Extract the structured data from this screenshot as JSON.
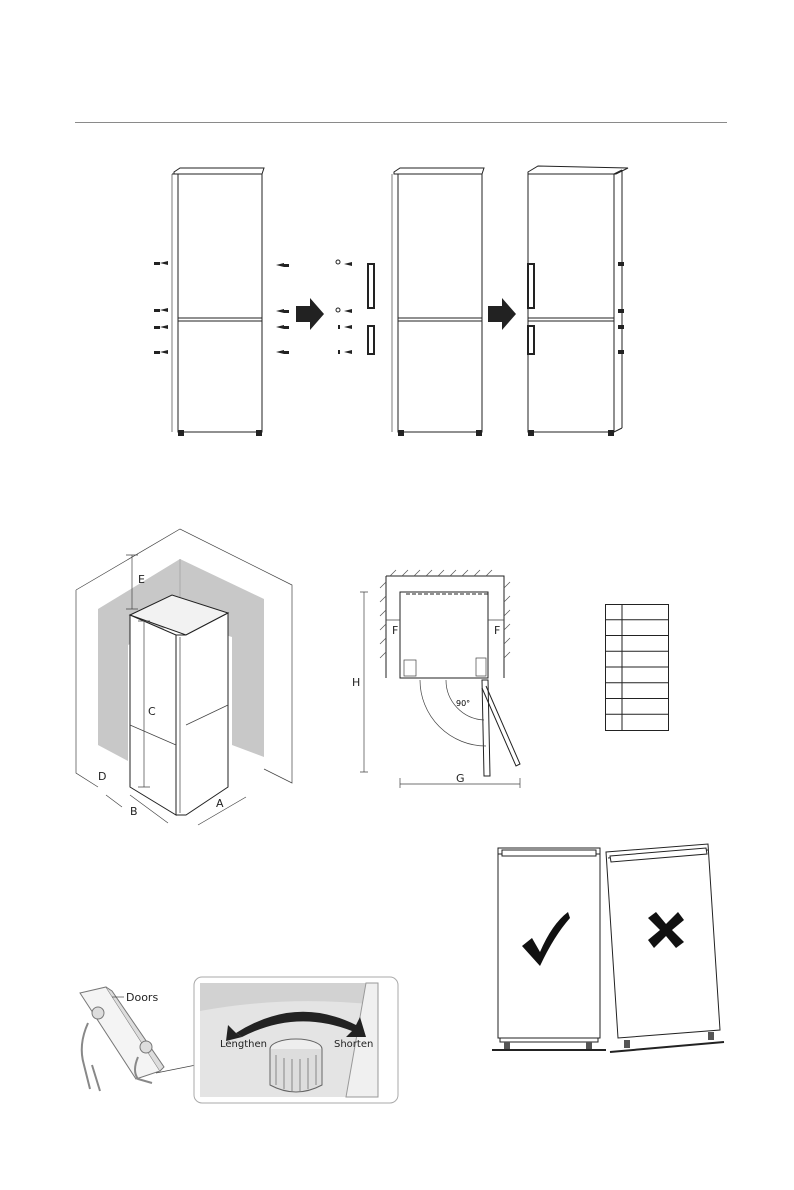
{
  "step_arrows": [
    "arrow-right-icon",
    "arrow-right-icon"
  ],
  "clearance_figure": {
    "labels": {
      "a": "A",
      "b": "B",
      "c": "C",
      "d": "D",
      "e": "E"
    }
  },
  "door_swing_figure": {
    "labels": {
      "f_left": "F",
      "f_right": "F",
      "g": "G",
      "h": "H"
    },
    "angle": "90°"
  },
  "dimension_table": {
    "rows": 8
  },
  "levelling_figure": {
    "doors_label": "Doors",
    "lengthen_label": "Lengthen",
    "shorten_label": "Shorten"
  },
  "level_check": {
    "correct_icon": "check-mark-icon",
    "incorrect_icon": "cross-mark-icon"
  }
}
